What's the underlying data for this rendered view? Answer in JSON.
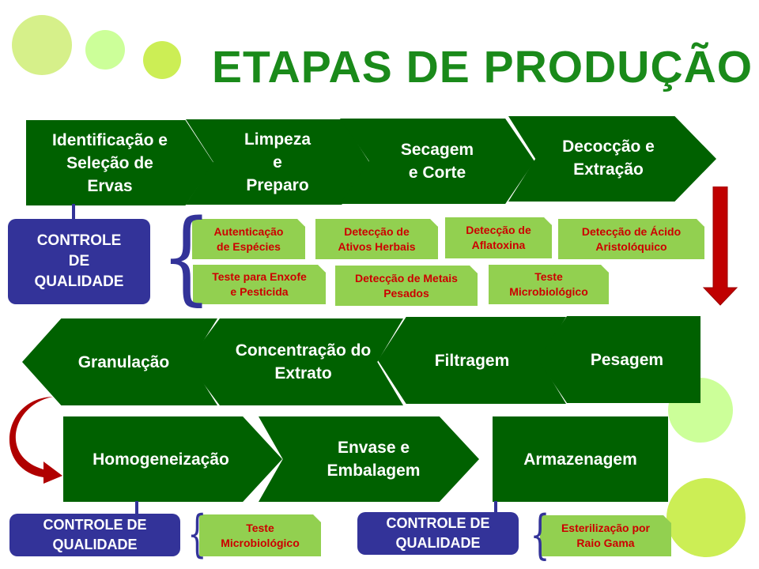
{
  "title": "ETAPAS DE PRODUÇÃO",
  "colors": {
    "step": "#006100",
    "title": "#1a8a1a",
    "quality": "#333399",
    "test": "#92d050",
    "test_text": "#cc0000",
    "arrow": "#c00000"
  },
  "row1": [
    "Identificação e\nSeleção de\nErvas",
    "Limpeza\ne\nPreparo",
    "Secagem\ne Corte",
    "Decocção e\nExtração"
  ],
  "row2": [
    "Granulação",
    "Concentração do\nExtrato",
    "Filtragem",
    "Pesagem"
  ],
  "row3": [
    "Homogeneização",
    "Envase e\nEmbalagem",
    "Armazenagem"
  ],
  "quality_label_1": "CONTROLE\nDE\nQUALIDADE",
  "quality_label_2": "CONTROLE DE\nQUALIDADE",
  "quality_label_3": "CONTROLE DE\nQUALIDADE",
  "tests_1": [
    "Autenticação\nde Espécies",
    "Detecção de\nAtivos Herbais",
    "Detecção de\nAflatoxina",
    "Detecção de Ácido\nAristolóquico",
    "Teste para Enxofe\ne Pesticida",
    "Detecção de Metais\nPesados",
    "Teste\nMicrobiológico"
  ],
  "tests_2": [
    "Teste\nMicrobiológico"
  ],
  "tests_3": [
    "Esterilização por\nRaio Gama"
  ]
}
